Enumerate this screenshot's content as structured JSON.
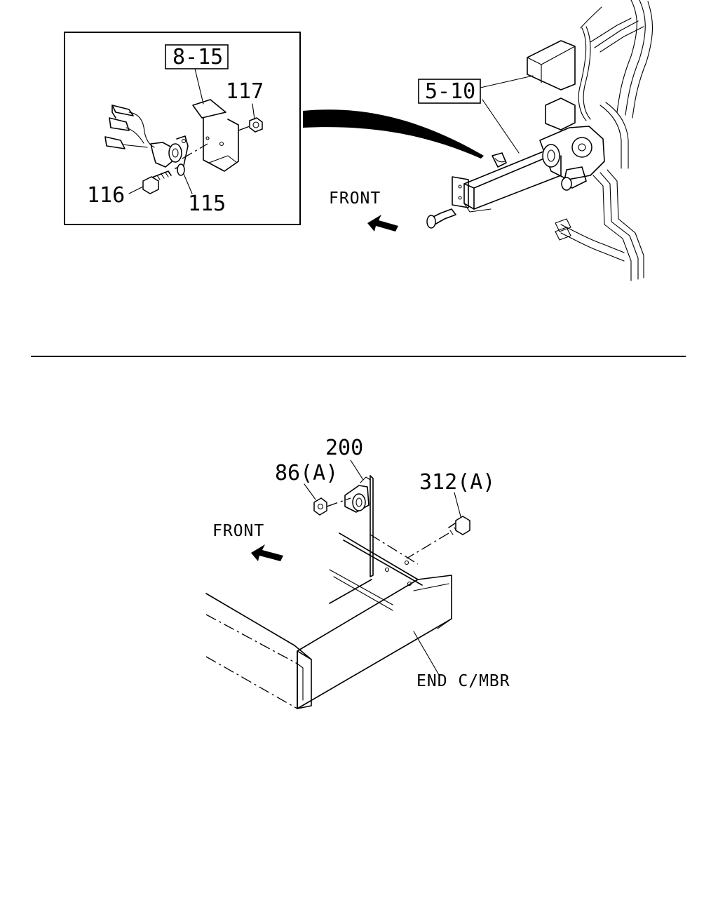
{
  "top": {
    "callout_8_15": "8-15",
    "callout_5_10": "5-10",
    "part_117": "117",
    "part_116": "116",
    "part_115": "115",
    "front_label": "FRONT"
  },
  "bottom": {
    "part_200": "200",
    "part_86a": "86(A)",
    "part_312a": "312(A)",
    "front_label": "FRONT",
    "end_cmbr": "END C/MBR"
  }
}
